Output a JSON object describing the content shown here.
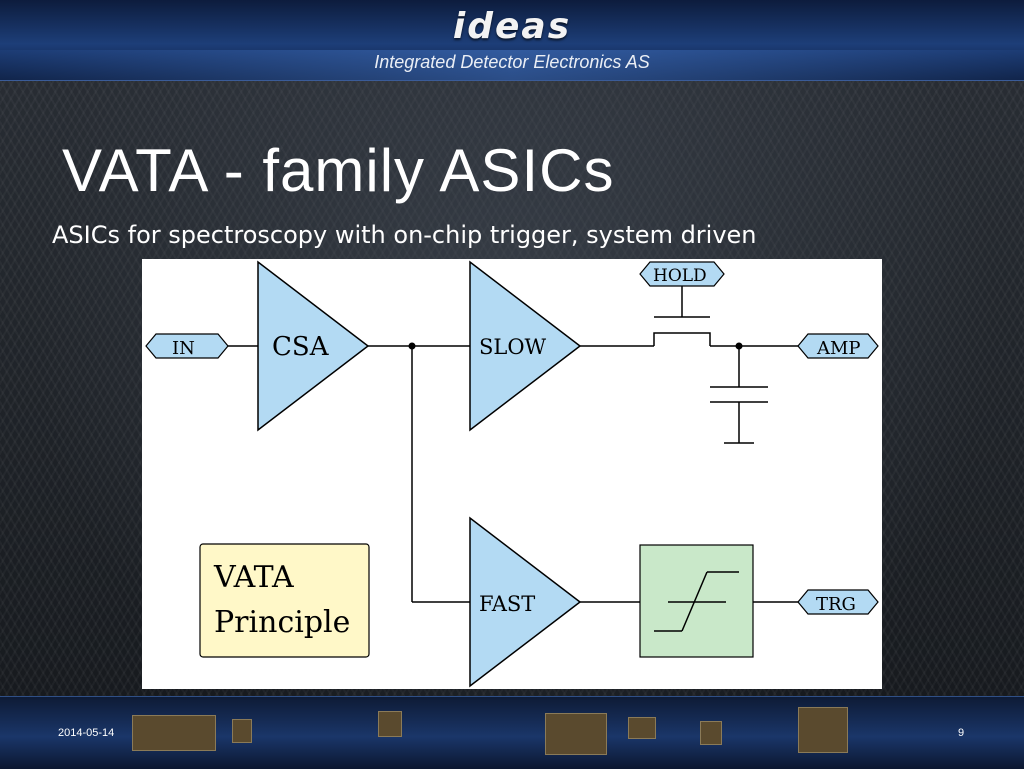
{
  "header": {
    "logo": "ideas",
    "company": "Integrated Detector Electronics AS"
  },
  "slide": {
    "title": "VATA - family ASICs",
    "subtitle": "ASICs for spectroscopy with on-chip trigger, system driven"
  },
  "diagram": {
    "in_label": "IN",
    "csa_label": "CSA",
    "slow_label": "SLOW",
    "hold_label": "HOLD",
    "amp_label": "AMP",
    "fast_label": "FAST",
    "trg_label": "TRG",
    "principle_line1": "VATA",
    "principle_line2": "Principle",
    "colors": {
      "triangle_fill": "#b3daf3",
      "pin_fill": "#b3daf3",
      "principle_fill": "#fff8c8",
      "discriminator_fill": "#c9e8c9"
    }
  },
  "footer": {
    "date": "2014-05-14",
    "page": "9"
  }
}
